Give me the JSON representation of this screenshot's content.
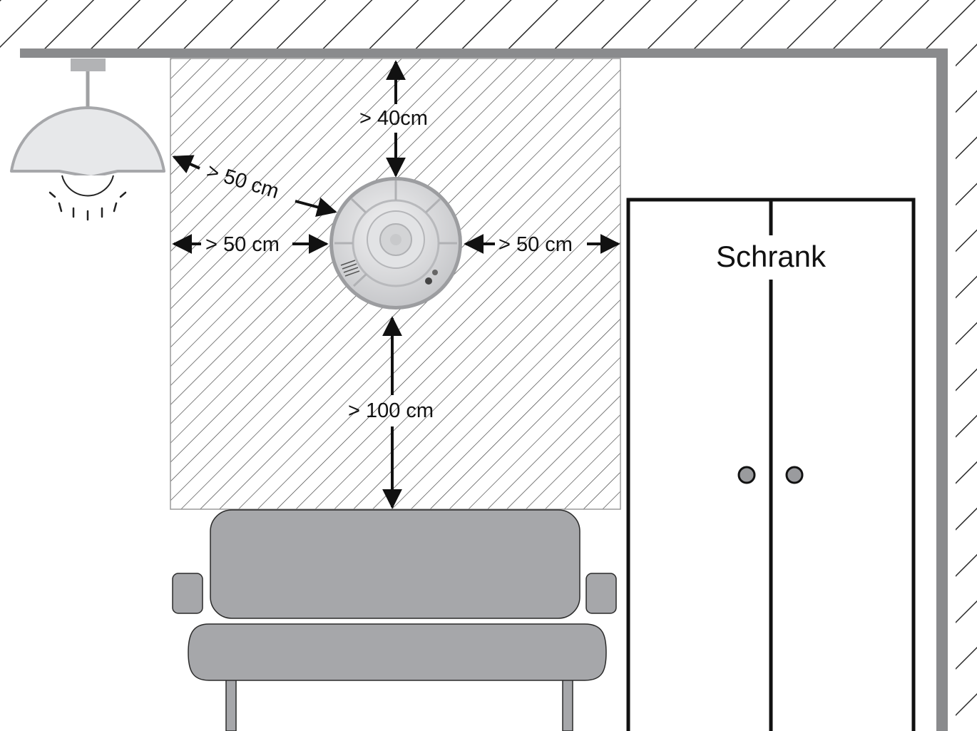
{
  "labels": {
    "top_clearance": "> 40cm",
    "lamp_clearance": "> 50 cm",
    "left_clearance": "> 50 cm",
    "right_clearance": "> 50 cm",
    "bottom_clearance": "> 100 cm",
    "cabinet": "Schrank"
  },
  "colors": {
    "ceiling": "#8a8b8d",
    "hatch": "#3a3a3a",
    "sofa": "#a6a7aa",
    "lamp_shade": "#e7e8ea",
    "detector": "#d9d9db",
    "cabinet_line": "#111111",
    "knob": "#9a9b9e"
  },
  "icons": {
    "lamp": "ceiling-lamp-icon",
    "detector": "smoke-detector-icon",
    "sofa": "sofa-icon",
    "cabinet": "wardrobe-icon"
  }
}
